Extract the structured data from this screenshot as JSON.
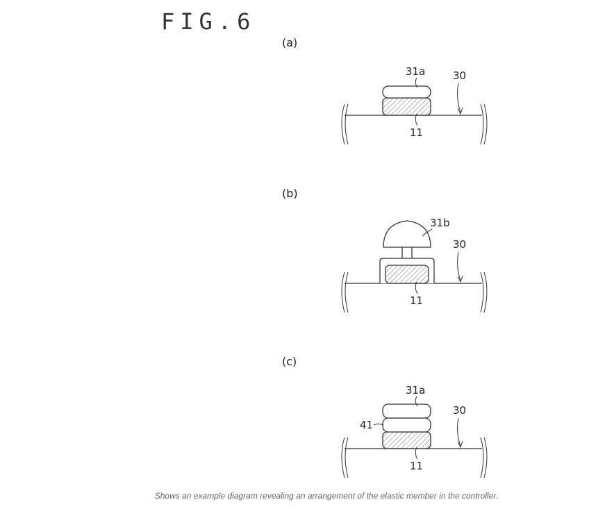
{
  "figure": {
    "title": "FIG.6",
    "panels": [
      {
        "letter": "(a)",
        "refs": {
          "top": "31a",
          "base_part": "11",
          "housing": "30"
        }
      },
      {
        "letter": "(b)",
        "refs": {
          "top": "31b",
          "base_part": "11",
          "housing": "30"
        }
      },
      {
        "letter": "(c)",
        "refs": {
          "top": "31a",
          "middle": "41",
          "base_part": "11",
          "housing": "30"
        }
      }
    ]
  },
  "caption": "Shows an example diagram revealing an arrangement of the elastic member in the controller."
}
